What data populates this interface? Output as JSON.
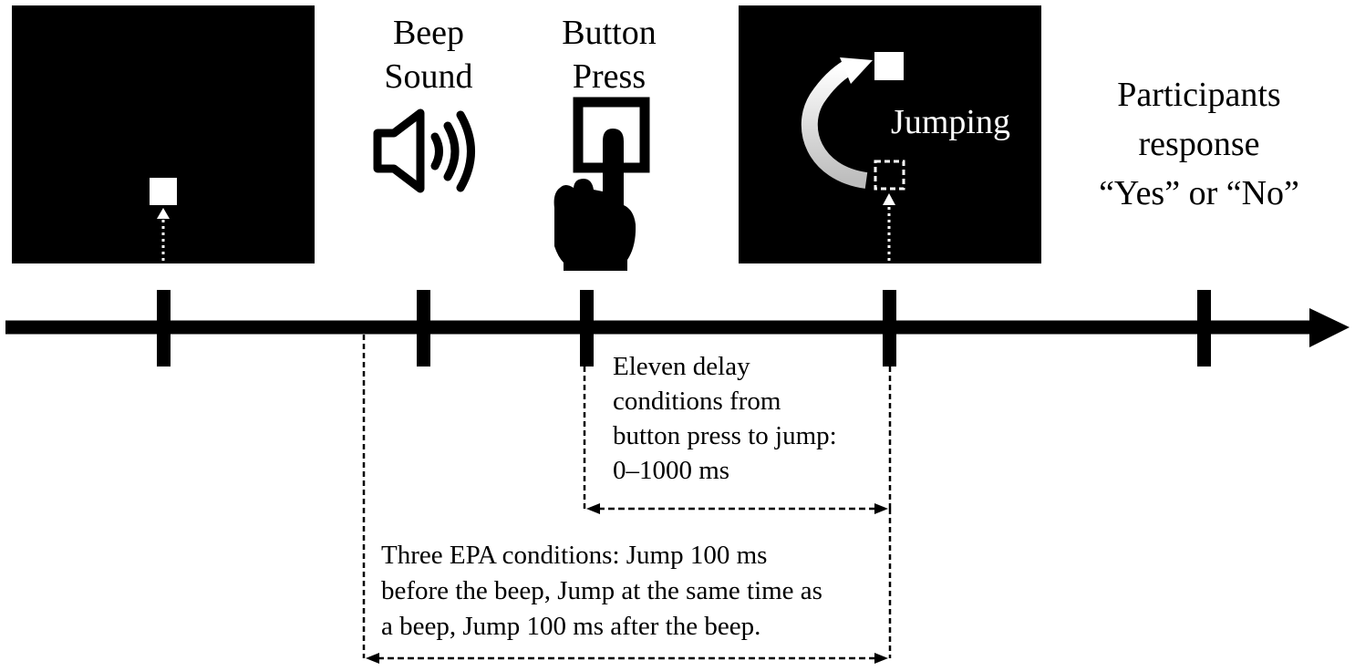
{
  "stages": {
    "beep": {
      "line1": "Beep",
      "line2": "Sound"
    },
    "button": {
      "line1": "Button",
      "line2": "Press"
    },
    "jump": {
      "label": "Jumping"
    },
    "response": {
      "line1": "Participants",
      "line2": "response",
      "line3": "“Yes” or “No”"
    }
  },
  "delay_note": {
    "lines": [
      "Eleven delay",
      "conditions from",
      "button press to jump:",
      "0–1000 ms"
    ]
  },
  "epa_note": {
    "lines": [
      "Three EPA conditions: Jump 100 ms",
      "before the beep, Jump at the same time as",
      "a beep, Jump 100 ms after the beep."
    ]
  }
}
